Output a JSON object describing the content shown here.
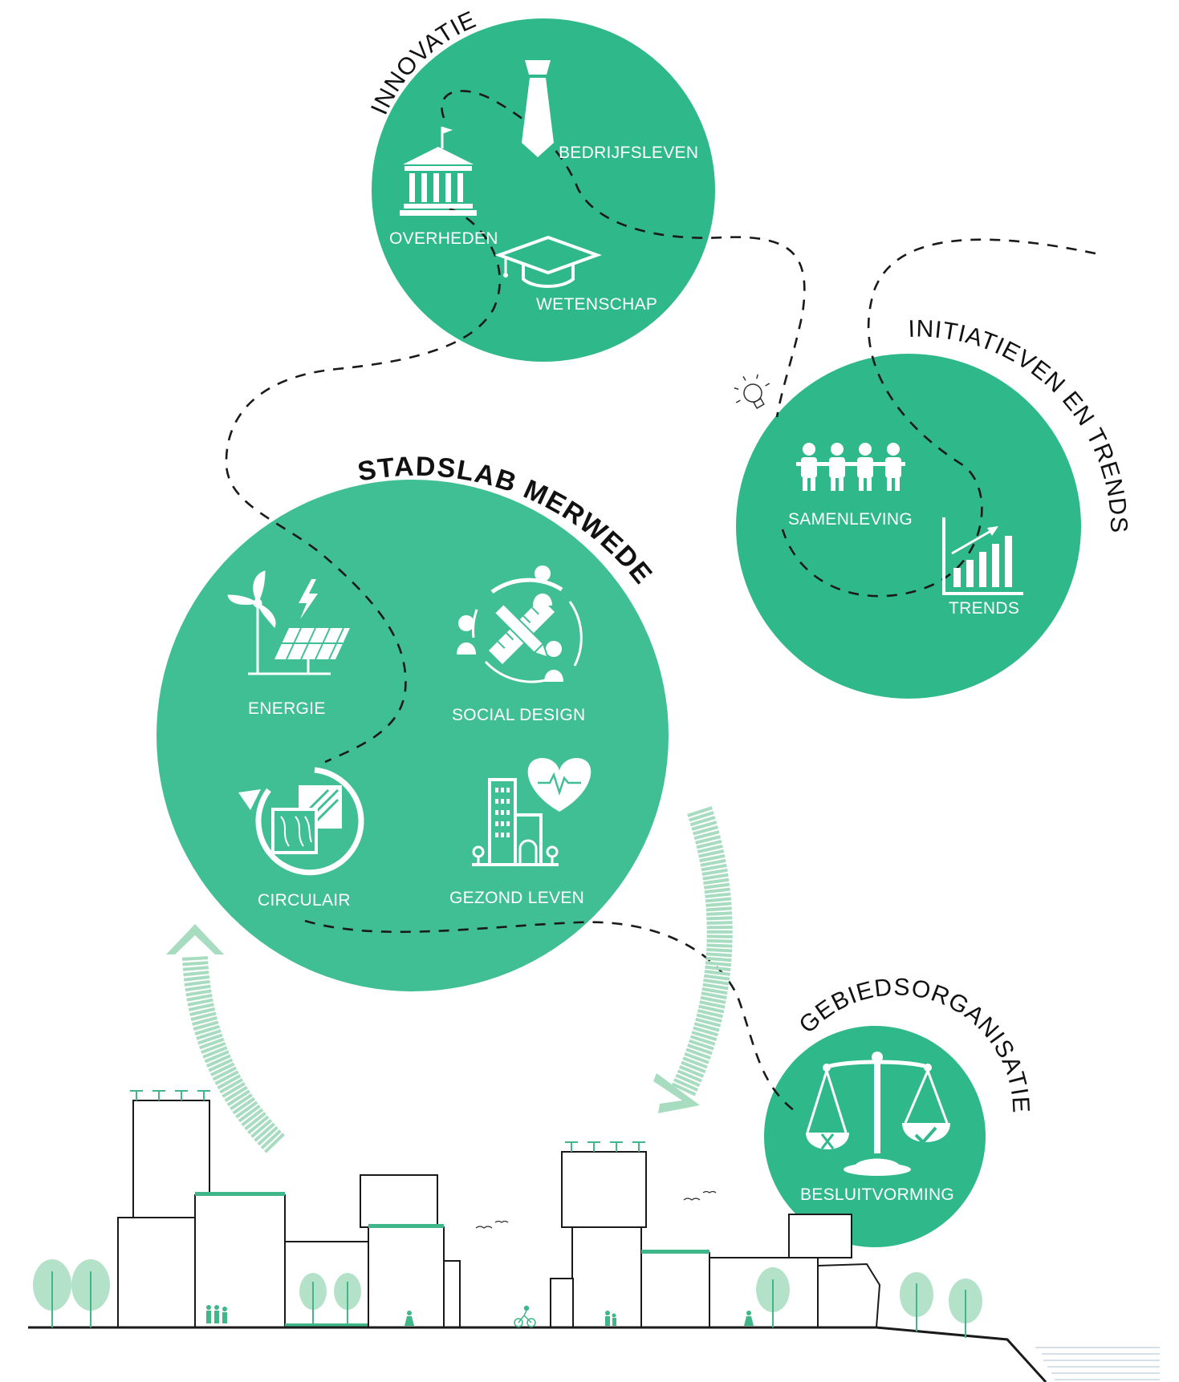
{
  "circles": {
    "innovatie": {
      "title": "INNOVATIE",
      "labels": {
        "bedrijfsleven": "BEDRIJFSLEVEN",
        "overheden": "OVERHEDEN",
        "wetenschap": "WETENSCHAP"
      }
    },
    "initiatieven": {
      "title": "INITIATIEVEN EN TRENDS",
      "labels": {
        "samenleving": "SAMENLEVING",
        "trends": "TRENDS"
      }
    },
    "stadslab": {
      "title": "STADSLAB MERWEDE",
      "labels": {
        "energie": "ENERGIE",
        "social_design": "SOCIAL DESIGN",
        "circulair": "CIRCULAIR",
        "gezond_leven": "GEZOND LEVEN"
      }
    },
    "gebiedsorganisatie": {
      "title": "GEBIEDSORGANISATIE",
      "labels": {
        "besluitvorming": "BESLUITVORMING"
      }
    }
  },
  "colors": {
    "circle_green": "#2fb98a",
    "stadslab_green": "#41bf94",
    "arrow_green": "#a8dcc0",
    "tree_green": "#b4e2c9",
    "roof_green": "#3fb789",
    "line": "#1a1a1a"
  },
  "icons": [
    "tie-icon",
    "government-building-icon",
    "graduation-cap-icon",
    "lightbulb-icon",
    "people-holding-hands-icon",
    "bar-chart-trend-icon",
    "wind-turbine-icon",
    "lightning-icon",
    "solar-panel-icon",
    "people-design-tools-icon",
    "circular-recycle-icon",
    "building-health-heart-icon",
    "scales-of-justice-icon"
  ]
}
